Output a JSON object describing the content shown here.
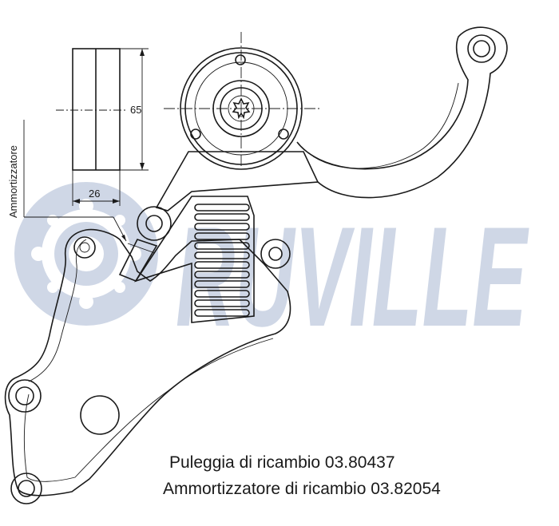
{
  "brand": {
    "logo_text": "RUVILLE",
    "logo_color": "#cfd7e6"
  },
  "dimensions": {
    "pulley_width": "65",
    "spacing": "26"
  },
  "labels": {
    "shock_absorber_vertical": "Ammortizzatore"
  },
  "captions": {
    "pulley": "Puleggia di ricambio 03.80437",
    "shock_absorber": "Ammortizzatore di ricambio 03.82054"
  },
  "colors": {
    "line": "#1a1a1a",
    "watermark": "#cfd7e6",
    "background": "#ffffff"
  }
}
